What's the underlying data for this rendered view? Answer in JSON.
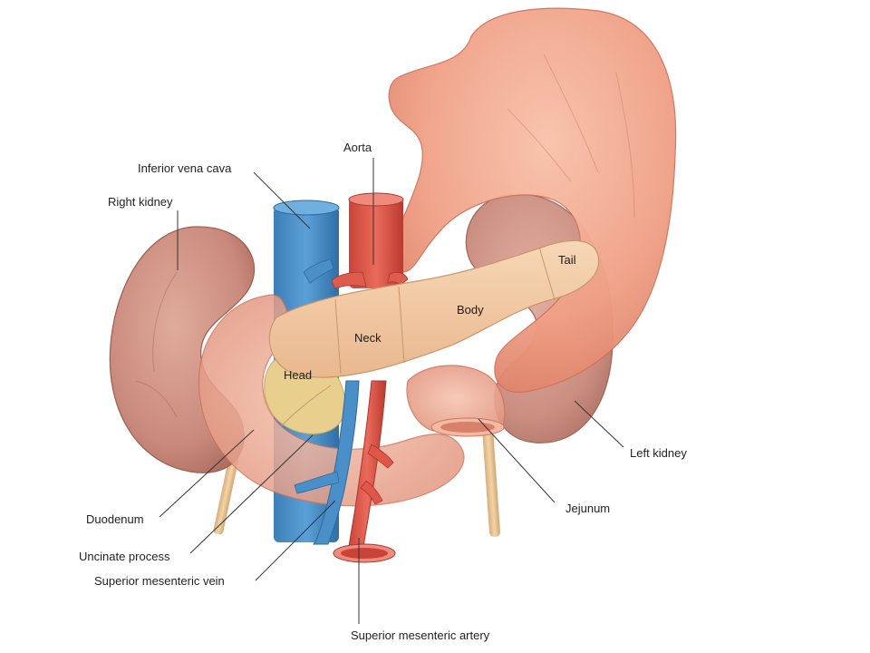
{
  "labels": {
    "aorta": "Aorta",
    "inferior_vena_cava": "Inferior vena cava",
    "right_kidney": "Right kidney",
    "tail": "Tail",
    "body": "Body",
    "neck": "Neck",
    "head": "Head",
    "left_kidney": "Left kidney",
    "jejunum": "Jejunum",
    "duodenum": "Duodenum",
    "uncinate_process": "Uncinate process",
    "superior_mesenteric_vein": "Superior mesenteric vein",
    "superior_mesenteric_artery": "Superior mesenteric artery"
  },
  "colors": {
    "stomach": "#ef9f85",
    "kidney": "#c98a7c",
    "pancreas": "#f3c9a2",
    "head": "#e8cf8e",
    "vein": "#4a8fc8",
    "artery": "#e0574a",
    "ureter": "#e8c493",
    "leader": "#333333"
  }
}
